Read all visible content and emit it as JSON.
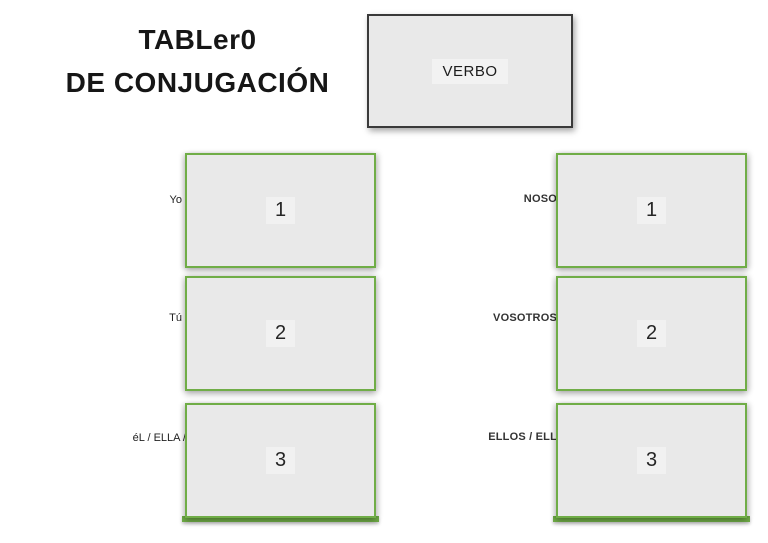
{
  "title": {
    "line1": "TABLer0",
    "line2": "DE CONJUGACIÓN"
  },
  "verb_card": {
    "label": "VERBO"
  },
  "columns": {
    "left": {
      "rows": [
        {
          "pronoun": "Yo",
          "value": "1"
        },
        {
          "pronoun": "Tú",
          "value": "2"
        },
        {
          "pronoun": "éL / ELLA /",
          "value": "3"
        }
      ]
    },
    "right": {
      "rows": [
        {
          "pronoun": "NOSO",
          "value": "1"
        },
        {
          "pronoun": "VOSOTROS",
          "value": "2"
        },
        {
          "pronoun": "ELLOS / ELL",
          "value": "3"
        }
      ]
    }
  },
  "colors": {
    "background": "#ffffff",
    "slot_fill": "#e9e9e9",
    "slot_border_green": "#70ad47",
    "verb_card_border": "#3a3a3a",
    "title_text": "#161616"
  }
}
